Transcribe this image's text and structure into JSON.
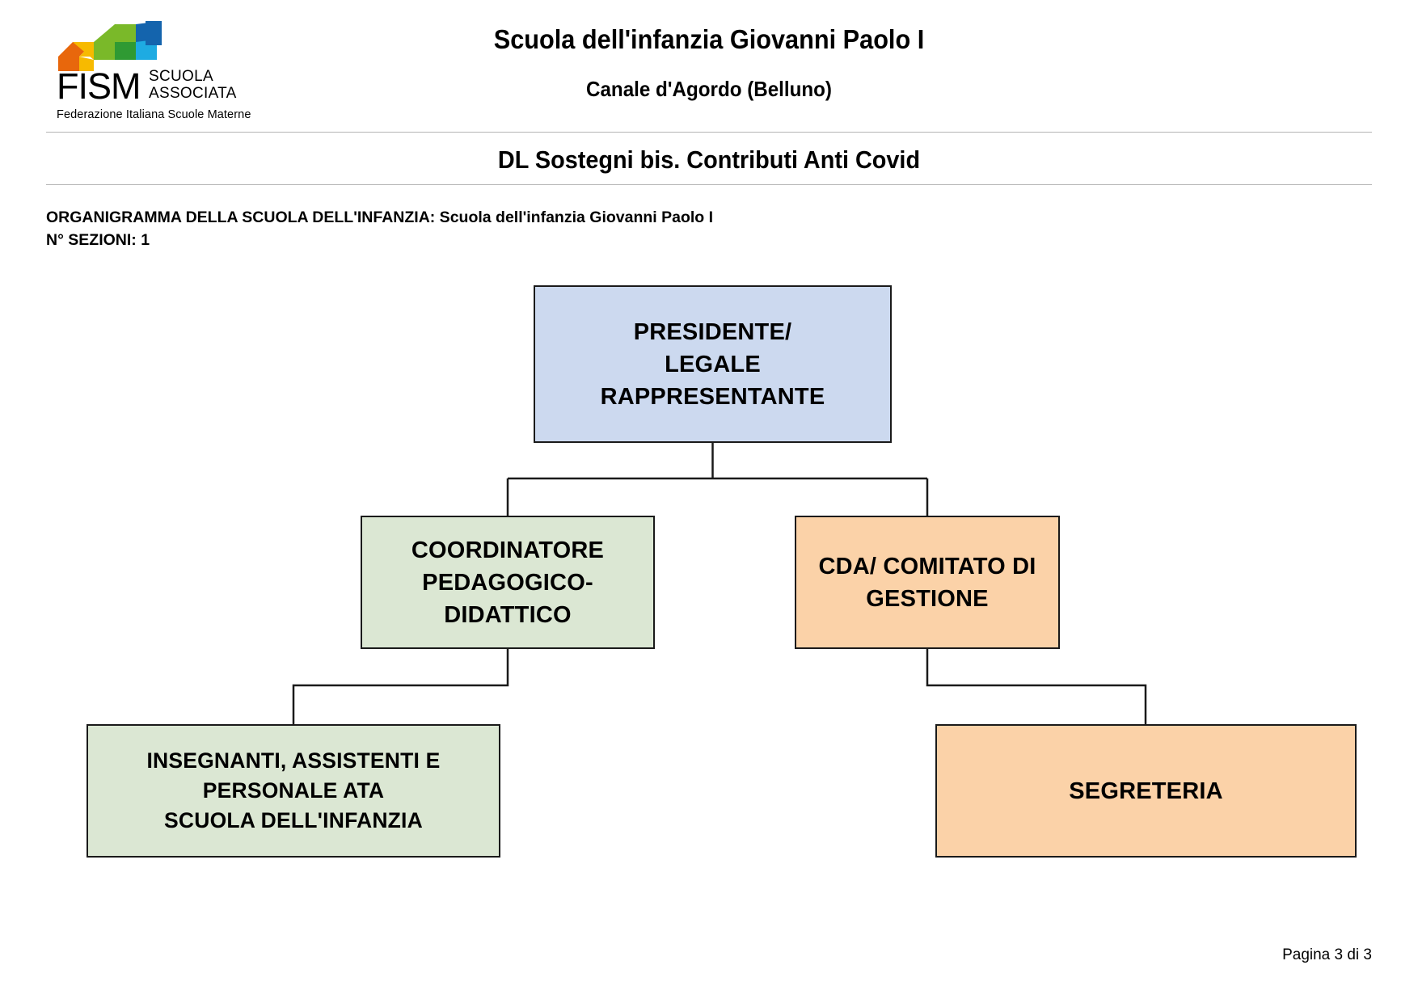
{
  "document": {
    "header": {
      "logo": {
        "name": "fism-logo",
        "acronym": "FISM",
        "line1": "SCUOLA",
        "line2": "ASSOCIATA",
        "tagline": "Federazione Italiana Scuole Materne",
        "colors": {
          "orange": "#e8670c",
          "yellow": "#f7ba00",
          "light_green": "#7ab929",
          "dark_green": "#2f9a33",
          "cyan": "#1eabe2",
          "blue": "#1464ad"
        }
      },
      "title": "Scuola dell'infanzia Giovanni Paolo I",
      "subtitle": "Canale d'Agordo (Belluno)",
      "section_title": "DL Sostegni bis. Contributi Anti Covid"
    },
    "intro": {
      "line1": "ORGANIGRAMMA DELLA SCUOLA DELL'INFANZIA: Scuola dell'infanzia Giovanni Paolo I",
      "line2": "N° SEZIONI: 1"
    },
    "footer": {
      "page_label": "Pagina 3 di 3"
    }
  },
  "chart_data": {
    "type": "diagram",
    "title": "ORGANIGRAMMA DELLA SCUOLA DELL'INFANZIA",
    "orientation": "top-down",
    "nodes": [
      {
        "id": "presidente",
        "label": "PRESIDENTE/\nLEGALE\nRAPPRESENTANTE",
        "lines": [
          "PRESIDENTE/",
          "LEGALE",
          "RAPPRESENTANTE"
        ],
        "fill": "#ccd9ef",
        "border": "#1a1a1a",
        "level": 0
      },
      {
        "id": "coordinatore",
        "label": "COORDINATORE PEDAGOGICO-DIDATTICO",
        "lines": [
          "COORDINATORE",
          "PEDAGOGICO-",
          "DIDATTICO"
        ],
        "fill": "#dbe7d3",
        "border": "#1a1a1a",
        "level": 1
      },
      {
        "id": "cda",
        "label": "CDA/ COMITATO DI GESTIONE",
        "lines": [
          "CDA/ COMITATO DI",
          "GESTIONE"
        ],
        "fill": "#fbd2a8",
        "border": "#1a1a1a",
        "level": 1
      },
      {
        "id": "insegnanti",
        "label": "INSEGNANTI, ASSISTENTI E PERSONALE ATA SCUOLA DELL'INFANZIA",
        "lines": [
          "INSEGNANTI, ASSISTENTI E",
          "PERSONALE ATA",
          "SCUOLA DELL'INFANZIA"
        ],
        "fill": "#dbe7d3",
        "border": "#1a1a1a",
        "level": 2
      },
      {
        "id": "segreteria",
        "label": "SEGRETERIA",
        "lines": [
          "SEGRETERIA"
        ],
        "fill": "#fbd2a8",
        "border": "#1a1a1a",
        "level": 2
      }
    ],
    "edges": [
      {
        "from": "presidente",
        "to": "coordinatore"
      },
      {
        "from": "presidente",
        "to": "cda"
      },
      {
        "from": "coordinatore",
        "to": "insegnanti"
      },
      {
        "from": "cda",
        "to": "segreteria"
      }
    ]
  }
}
